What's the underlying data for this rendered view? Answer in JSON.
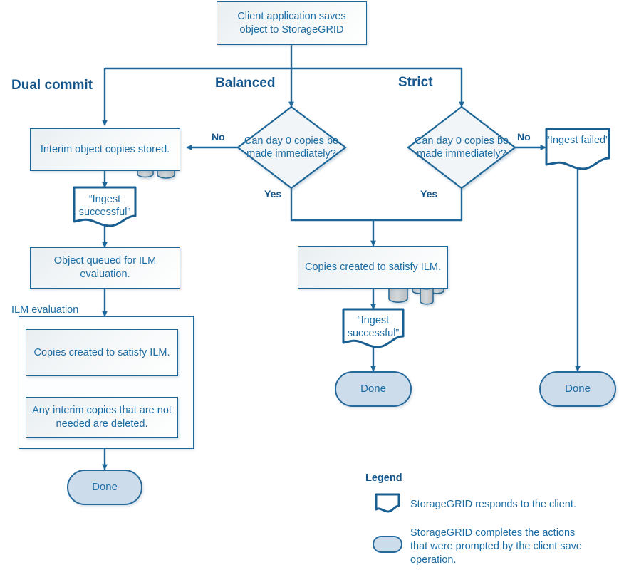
{
  "diagram": {
    "title": "StorageGRID ingest options flowchart",
    "colors": {
      "line": "#1e6698",
      "text": "#1c6ca4",
      "heading": "#15578c",
      "box_border": "#1e6698",
      "pill_fill": "#cddceb",
      "cylinder_fill": "#c9ced2",
      "cylinder_stroke": "#2b6b97"
    }
  },
  "start": {
    "label": "Client application saves object to StorageGRID"
  },
  "phases": [
    {
      "key": "dual_commit",
      "label": "Dual commit"
    },
    {
      "key": "balanced",
      "label": "Balanced"
    },
    {
      "key": "strict",
      "label": "Strict"
    }
  ],
  "decisions": {
    "balanced": {
      "question": "Can  day 0 copies be made immediately?",
      "no_label": "No",
      "yes_label": "Yes"
    },
    "strict": {
      "question": "Can  day 0 copies be made immediately?",
      "no_label": "No",
      "yes_label": "Yes"
    }
  },
  "dual_commit_branch": {
    "interim": "Interim object copies stored.",
    "ingest_successful": "“Ingest successful”",
    "queued": "Object queued for ILM evaluation.",
    "group_label": "ILM evaluation",
    "copies_created": "Copies created to satisfy ILM.",
    "interim_deleted": "Any interim copies that are not needed are deleted.",
    "done": "Done"
  },
  "balanced_branch": {
    "copies_created": "Copies created to satisfy ILM.",
    "ingest_successful": "“Ingest successful”",
    "done": "Done"
  },
  "strict_branch": {
    "ingest_failed": "“Ingest failed”",
    "done": "Done"
  },
  "legend": {
    "title": "Legend",
    "items": [
      {
        "shape": "document",
        "text": "StorageGRID responds to the client."
      },
      {
        "shape": "pill",
        "text": "StorageGRID completes the actions that were prompted by the client save operation."
      }
    ]
  }
}
